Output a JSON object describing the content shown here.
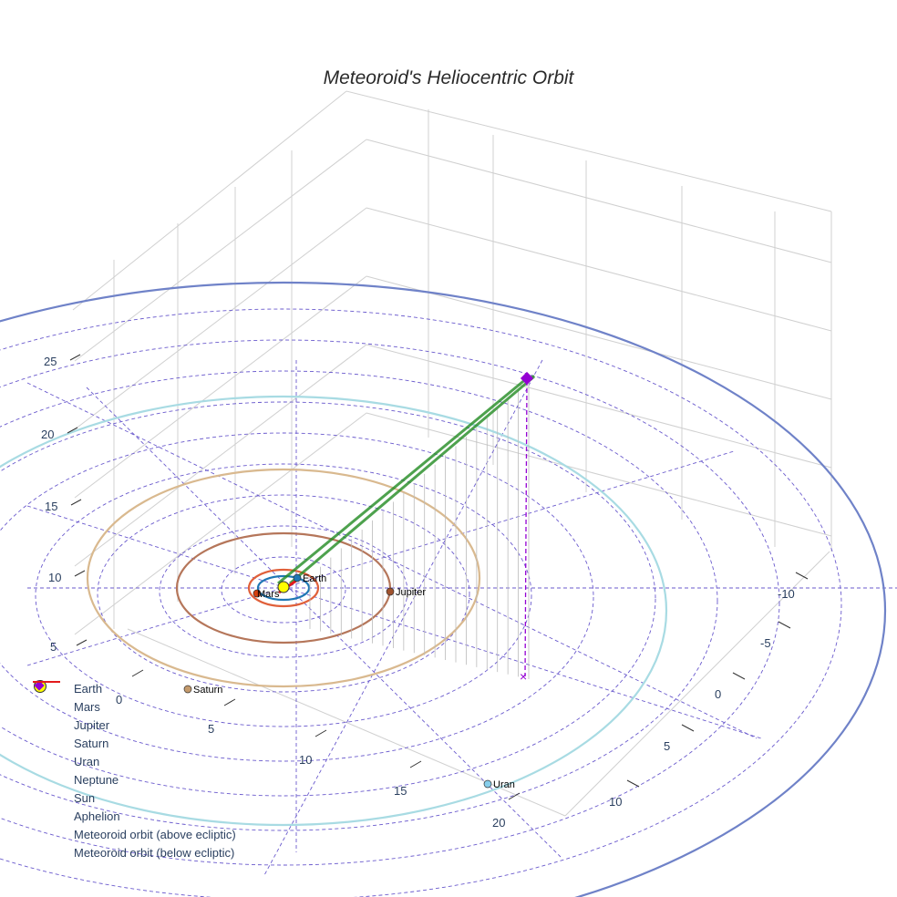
{
  "chart_data": {
    "type": "scatter3d",
    "title": "Meteoroid's Heliocentric Orbit",
    "x_ticks": [
      "0",
      "5",
      "10",
      "15",
      "20"
    ],
    "y_ticks": [
      "-10",
      "-5",
      "0",
      "5",
      "10"
    ],
    "z_ticks": [
      "5",
      "10",
      "15",
      "20",
      "25"
    ],
    "planets": [
      {
        "name": "Earth",
        "label": "Earth",
        "color": "#1f77b4",
        "orbit_color": "#1f77b4"
      },
      {
        "name": "Mars",
        "label": "Mars",
        "color": "#d6400f",
        "orbit_color": "#e0603a"
      },
      {
        "name": "Jupiter",
        "label": "Jupiter",
        "color": "#a0522d",
        "orbit_color": "#b5765a"
      },
      {
        "name": "Saturn",
        "label": "Saturn",
        "color": "#c49a6c",
        "orbit_color": "#d9b98f"
      },
      {
        "name": "Uran",
        "label": "Uran",
        "color": "#87ceeb",
        "orbit_color": "#a8dbe3"
      },
      {
        "name": "Neptune",
        "label": "",
        "color": "#3c50b4",
        "orbit_color": "#6f82c8"
      }
    ],
    "sun": {
      "name": "Sun",
      "color": "#ffff00"
    },
    "aphelion": {
      "name": "Aphelion",
      "color": "#9400d3"
    },
    "series": [
      {
        "name": "Meteoroid orbit (above ecliptic)",
        "color": "#228b22"
      },
      {
        "name": "Meteoroid orbit (below ecliptic)",
        "color": "#e31a1c"
      }
    ],
    "grid_color": "#6a5acd",
    "legend": "bottom-left"
  }
}
